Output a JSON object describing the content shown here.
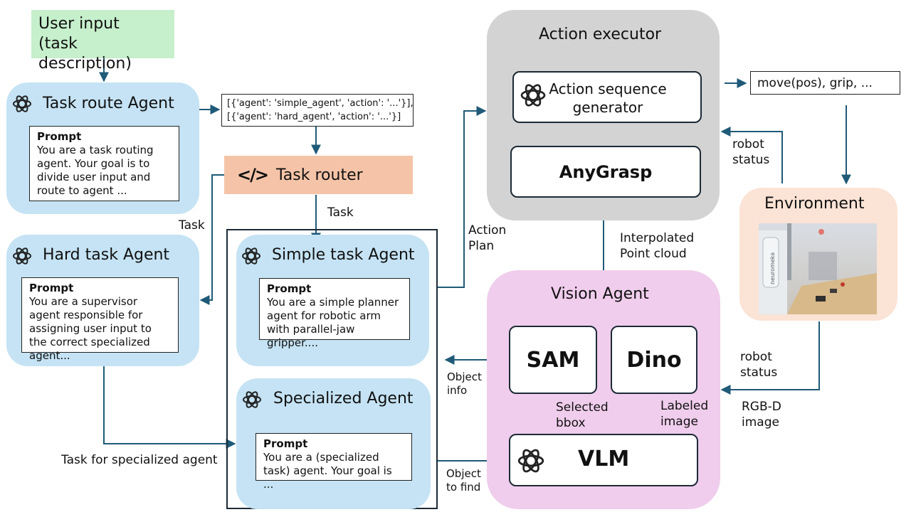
{
  "user_input": {
    "text": "User input\n(task description)"
  },
  "task_route_agent": {
    "title": "Task route Agent",
    "prompt_label": "Prompt",
    "prompt_text": "You are a task routing agent. Your goal is to divide user input and route to agent ..."
  },
  "hard_task_agent": {
    "title": "Hard task Agent",
    "prompt_label": "Prompt",
    "prompt_text": "You are a supervisor agent responsible for assigning user input to the correct specialized agent..."
  },
  "route_output": {
    "line1": "[{'agent': 'simple_agent', 'action': '...'}],",
    "line2": "[{'agent': 'hard_agent', 'action': '...'}]"
  },
  "task_router": {
    "title": "Task router",
    "icon": "code-icon"
  },
  "simple_task_agent": {
    "title": "Simple task Agent",
    "prompt_label": "Prompt",
    "prompt_text": "You are a simple planner agent for robotic arm with parallel-jaw gripper...."
  },
  "specialized_agent": {
    "title": "Specialized Agent",
    "prompt_label": "Prompt",
    "prompt_text": "You are a (specialized task) agent. Your goal is ..."
  },
  "action_executor": {
    "title": "Action executor",
    "sequence_generator": "Action sequence\ngenerator",
    "anygrasp": "AnyGrasp"
  },
  "robot_commands": {
    "text": "move(pos), grip, ..."
  },
  "environment": {
    "title": "Environment"
  },
  "vision_agent": {
    "title": "Vision Agent",
    "sam": "SAM",
    "dino": "Dino",
    "vlm": "VLM"
  },
  "labels": {
    "task_1": "Task",
    "task_2": "Task",
    "task_for_specialized": "Task for specialized agent",
    "action_plan": "Action\nPlan",
    "interpolated": "Interpolated\nPoint cloud",
    "robot_status_top": "robot\nstatus",
    "robot_status_bottom": "robot\nstatus",
    "rgbd": "RGB-D\nimage",
    "object_info": "Object\ninfo",
    "object_to_find": "Object\nto find",
    "selected_bbox": "Selected\nbbox",
    "labeled_image": "Labeled\nimage"
  },
  "colors": {
    "agent_blue": "#c5e3f4",
    "executor_gray": "#d3d3d3",
    "vision_pink": "#f0cdec",
    "environment_peach": "#fbe3d5",
    "user_input_green": "#c6efcb",
    "router_orange": "#f5c4a8",
    "arrow": "#1f5a78"
  }
}
